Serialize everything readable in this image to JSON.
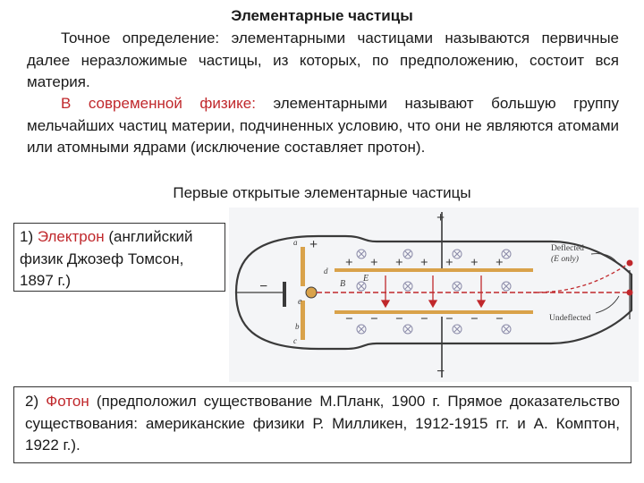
{
  "title": "Элементарные частицы",
  "para1": {
    "text": "Точное определение: элементарными частицами называются первичные далее неразложимые частицы, из которых, по предположению, состоит вся материя."
  },
  "para2": {
    "lead_red": "В современной физике:",
    "rest": " элементарными называют большую группу мельчайших частиц материи, подчиненных условию, что они не являются атомами или атомными ядрами (исключение составляет протон)."
  },
  "subtitle": "Первые открытые элементарные частицы",
  "electron": {
    "number": "1)",
    "name": "Электрон",
    "desc": " (английский физик Джозеф Томсон, 1897 г.)"
  },
  "photon": {
    "number": "2)",
    "name": "Фотон",
    "desc": " (предположил существование М.Планк, 1900 г. Прямое доказательство существования: американские физики Р. Милликен, 1912-1915 гг. и А. Комптон, 1922 г.)."
  },
  "diagram": {
    "label_deflected": "Deflected",
    "label_e_only": "(E only)",
    "label_undeflected": "Undeflected",
    "label_minus": "−",
    "label_plus": "+",
    "label_e": "e",
    "label_a": "a",
    "label_b": "b",
    "label_c": "c",
    "label_d": "d",
    "label_B": "B",
    "label_E": "E",
    "colors": {
      "tube": "#3a3a3a",
      "beam": "#c0282c",
      "field": "#8a8aa8",
      "plate": "#d9a24a"
    }
  }
}
